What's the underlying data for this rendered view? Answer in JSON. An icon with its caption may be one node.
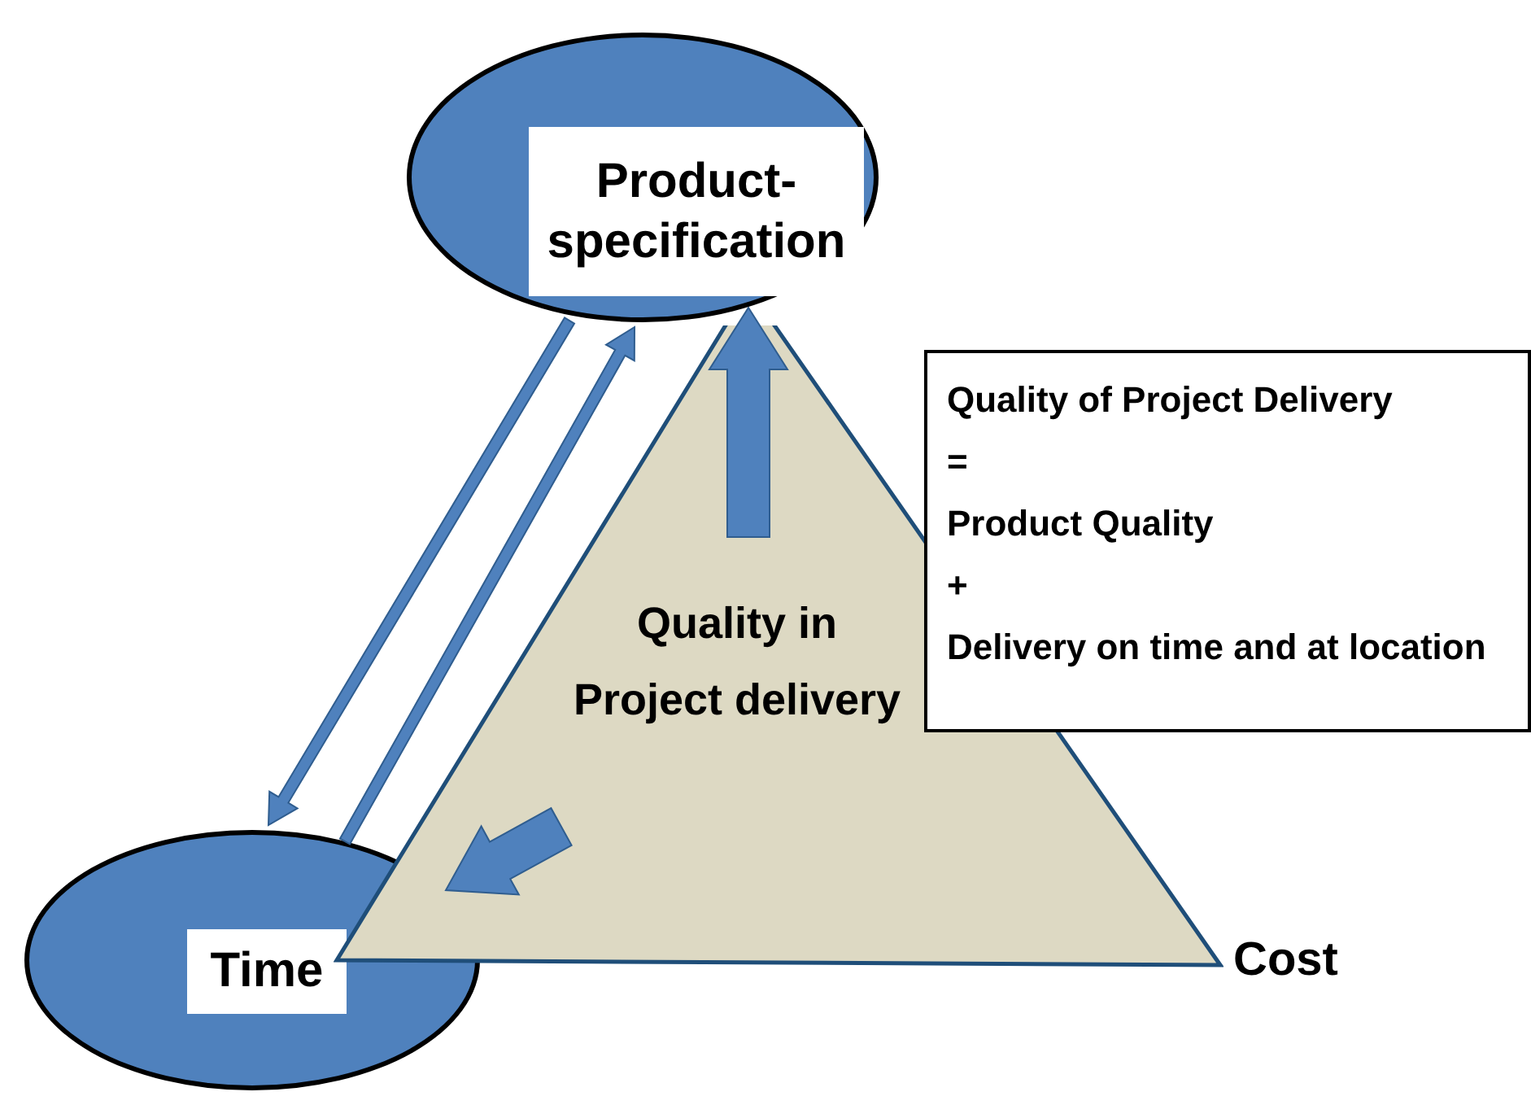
{
  "diagram": {
    "nodes": [
      {
        "text": [
          "Product- specification"
        ]
      },
      {
        "text": [
          "Time"
        ]
      },
      {
        "text": [
          "Quality in Project delivery"
        ],
        "beside": [
          "Cost"
        ]
      },
      {
        "text": [
          "Quality of Project Delivery",
          "=",
          "Product Quality",
          "+",
          "Delivery on time and at location"
        ]
      }
    ],
    "edges": [
      {
        "from": 0,
        "to": 1,
        "arrow": "to"
      },
      {
        "from": 1,
        "to": 0,
        "arrow": "to"
      },
      {
        "from": 2,
        "to": 0,
        "arrow": "to",
        "style": "thick"
      },
      {
        "from": 2,
        "to": 1,
        "arrow": "to",
        "style": "thick"
      }
    ]
  }
}
